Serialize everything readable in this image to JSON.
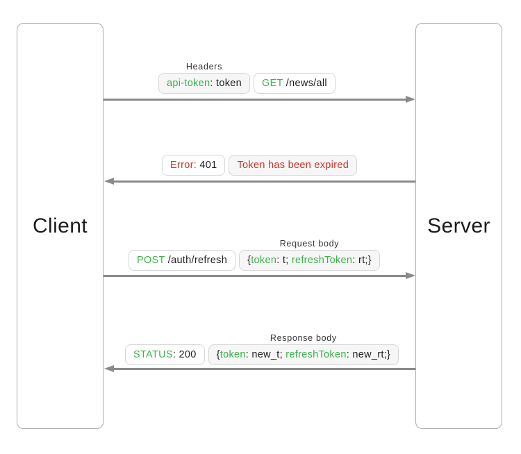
{
  "colors": {
    "green": "#3bb24a",
    "red": "#d13328",
    "arrow": "#8a8a8a",
    "border": "#d6d6d6",
    "grayfill": "#f6f6f6",
    "bigborder": "#ababab",
    "text": "#202124",
    "label": "#333333"
  },
  "actors": {
    "client": "Client",
    "server": "Server"
  },
  "messages": [
    {
      "direction": "to-server",
      "label": "Headers",
      "boxes": [
        {
          "fill": "gray",
          "parts": [
            {
              "t": "api-token",
              "c": "green"
            },
            {
              "t": ": token",
              "c": "plain"
            }
          ]
        },
        {
          "fill": "white",
          "parts": [
            {
              "t": "GET",
              "c": "green"
            },
            {
              "t": " /news/all",
              "c": "plain"
            }
          ]
        }
      ]
    },
    {
      "direction": "to-client",
      "label": "",
      "boxes": [
        {
          "fill": "white",
          "parts": [
            {
              "t": "Error:",
              "c": "red"
            },
            {
              "t": " 401",
              "c": "plain"
            }
          ]
        },
        {
          "fill": "gray",
          "parts": [
            {
              "t": "Token has been expired",
              "c": "red"
            }
          ]
        }
      ]
    },
    {
      "direction": "to-server",
      "label": "Request body",
      "boxes": [
        {
          "fill": "white",
          "parts": [
            {
              "t": "POST",
              "c": "green"
            },
            {
              "t": " /auth/refresh",
              "c": "plain"
            }
          ]
        },
        {
          "fill": "gray",
          "parts": [
            {
              "t": "{",
              "c": "plain"
            },
            {
              "t": "token",
              "c": "green"
            },
            {
              "t": ": t; ",
              "c": "plain"
            },
            {
              "t": "refreshToken",
              "c": "green"
            },
            {
              "t": ": rt;}",
              "c": "plain"
            }
          ]
        }
      ]
    },
    {
      "direction": "to-client",
      "label": "Response body",
      "boxes": [
        {
          "fill": "white",
          "parts": [
            {
              "t": "STATUS",
              "c": "green"
            },
            {
              "t": ": 200",
              "c": "plain"
            }
          ]
        },
        {
          "fill": "gray",
          "parts": [
            {
              "t": "{",
              "c": "plain"
            },
            {
              "t": "token",
              "c": "green"
            },
            {
              "t": ": new_t; ",
              "c": "plain"
            },
            {
              "t": "refreshToken",
              "c": "green"
            },
            {
              "t": ": new_rt;}",
              "c": "plain"
            }
          ]
        }
      ]
    }
  ]
}
